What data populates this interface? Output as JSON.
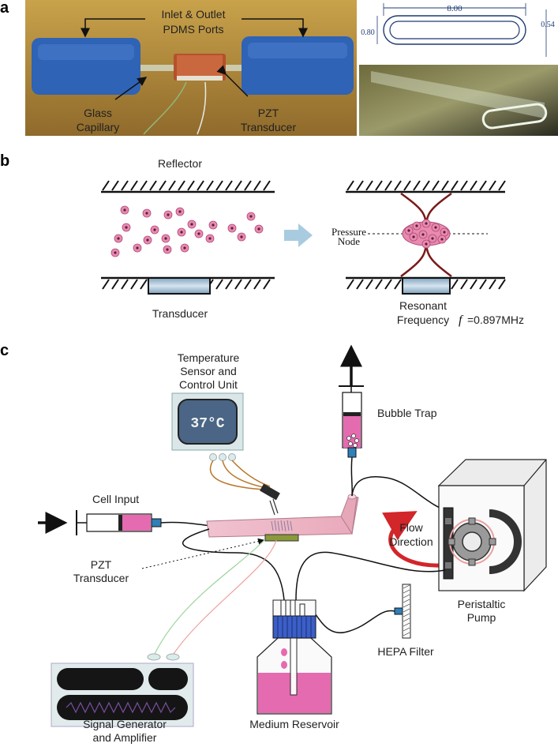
{
  "panels": {
    "a": {
      "letter": "a",
      "label_ports": [
        "Inlet & Outlet",
        "PDMS Ports"
      ],
      "label_capillary": [
        "Glass",
        "Capillary"
      ],
      "label_pzt": [
        "PZT",
        "Transducer"
      ],
      "dim_width": "8.00",
      "dim_height_left": "0.80",
      "dim_height_right": "0.54"
    },
    "b": {
      "letter": "b",
      "label_reflector": "Reflector",
      "label_transducer": "Transducer",
      "label_node": [
        "Pressure",
        "Node"
      ],
      "label_resonant": [
        "Resonant",
        "Frequency"
      ],
      "label_freq_symbol": "f",
      "label_freq_value": "=0.897MHz"
    },
    "c": {
      "letter": "c",
      "label_temp": [
        "Temperature",
        "Sensor and",
        "Control Unit"
      ],
      "temp_display": "37°C",
      "label_bubble": "Bubble Trap",
      "label_cell_input": "Cell Input",
      "label_flow": [
        "Flow",
        "Direction"
      ],
      "label_pzt": [
        "PZT",
        "Transducer"
      ],
      "label_pump": [
        "Peristaltic",
        "Pump"
      ],
      "label_hepa": "HEPA Filter",
      "label_signal": [
        "Signal Generator",
        "and Amplifier"
      ],
      "label_reservoir": "Medium Reservoir"
    }
  },
  "colors": {
    "pdms_blue": "#2f63b5",
    "cell_pink": "#e98ab0",
    "channel_pink": "#f2b6c6",
    "medium_pink": "#e56bb0",
    "arrow_red": "#d2262a",
    "transducer_blue": "#a9c3d8",
    "wire_orange": "#b9772a",
    "wire_green": "#9bd39b",
    "wire_red": "#f0a0a0"
  }
}
